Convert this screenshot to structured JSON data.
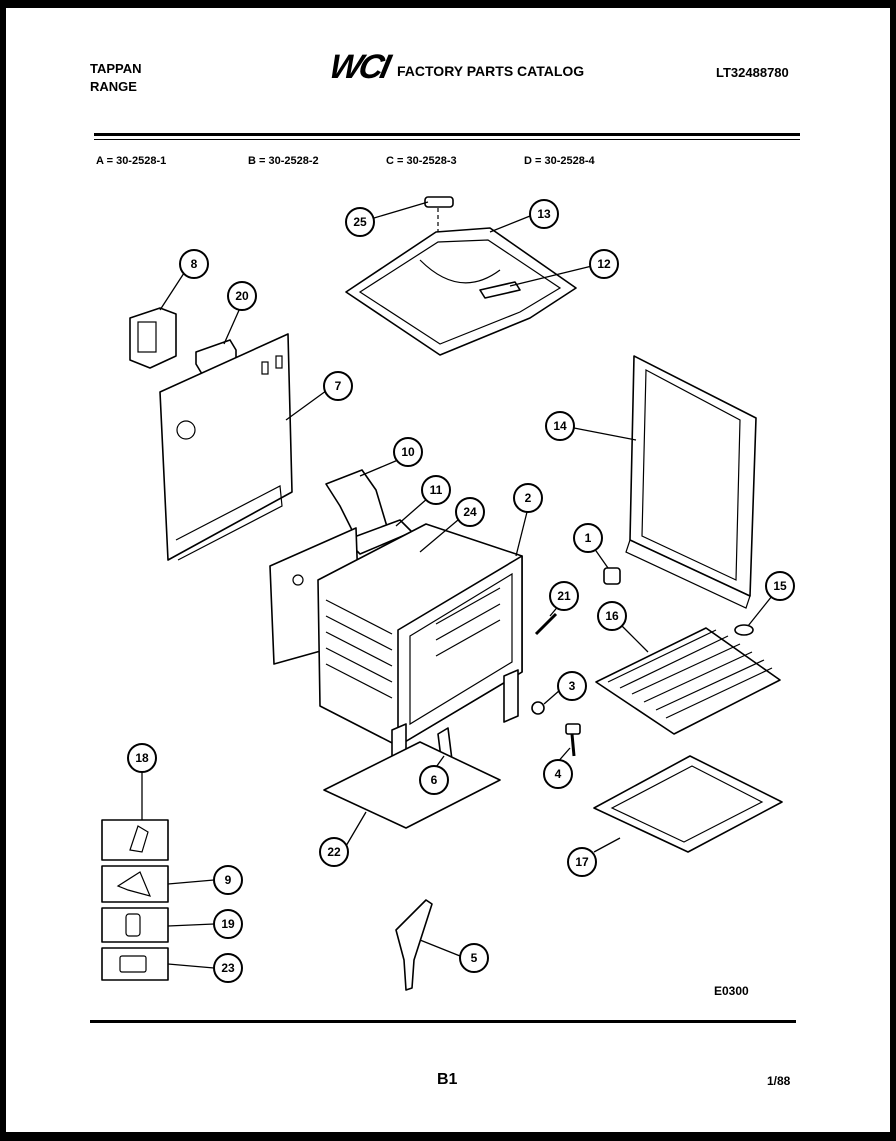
{
  "header": {
    "brand_line1": "TAPPAN",
    "brand_line2": "RANGE",
    "logo_text": "WCI",
    "catalog_title": "FACTORY PARTS CATALOG",
    "catalog_number": "LT32488780"
  },
  "models": [
    {
      "label": "A = 30-2528-1"
    },
    {
      "label": "B = 30-2528-2"
    },
    {
      "label": "C = 30-2528-3"
    },
    {
      "label": "D = 30-2528-4"
    }
  ],
  "callouts": [
    "25",
    "13",
    "12",
    "8",
    "20",
    "7",
    "14",
    "10",
    "11",
    "2",
    "24",
    "1",
    "21",
    "15",
    "16",
    "3",
    "4",
    "6",
    "22",
    "17",
    "18",
    "9",
    "19",
    "23",
    "5"
  ],
  "footer": {
    "drawing_code": "E0300",
    "page_label": "B1",
    "date_code": "1/88"
  },
  "colors": {
    "ink": "#000000",
    "paper": "#ffffff",
    "frame": "#000000"
  }
}
